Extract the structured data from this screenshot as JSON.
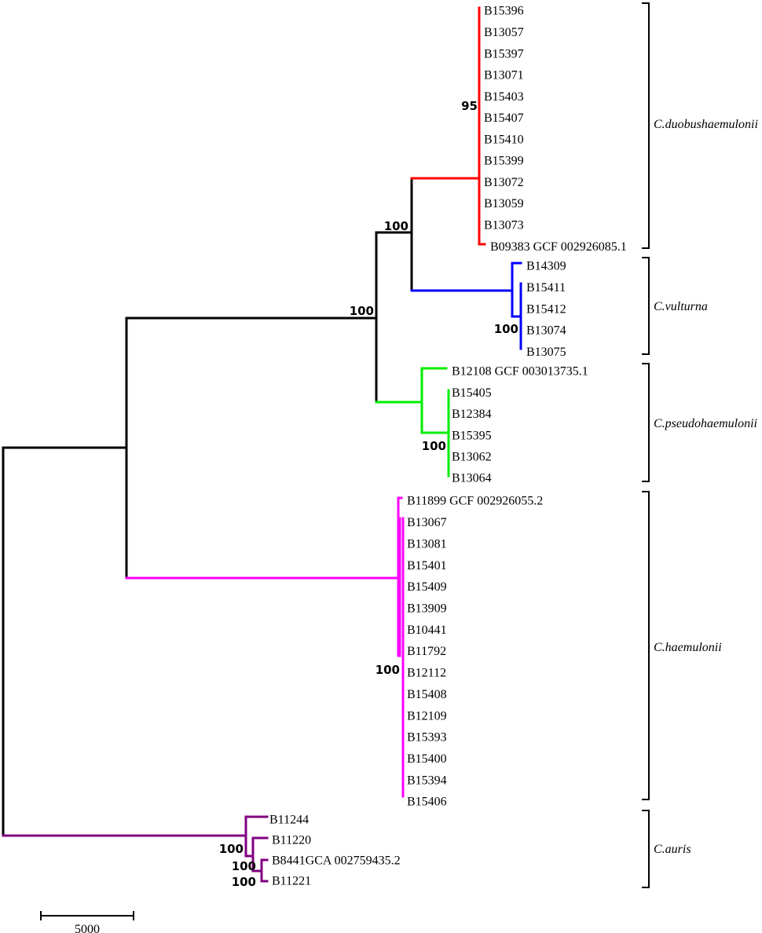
{
  "colors": {
    "root": "#000000",
    "duobushaemulonii": "#ff0000",
    "vulturna": "#0000ff",
    "pseudohaemulonii": "#00ee00",
    "haemulonii": "#ff00ff",
    "auris": "#800080"
  },
  "clades": [
    {
      "name": "C.duobushaemulonii",
      "color_key": "duobushaemulonii",
      "leaves": [
        "B15396",
        "B13057",
        "B15397",
        "B13071",
        "B15403",
        "B15407",
        "B15410",
        "B15399",
        "B13072",
        "B13059",
        "B13073",
        "B09383 GCF 002926085.1"
      ]
    },
    {
      "name": "C.vulturna",
      "color_key": "vulturna",
      "leaves": [
        "B14309",
        "B15411",
        "B15412",
        "B13074",
        "B13075"
      ]
    },
    {
      "name": "C.pseudohaemulonii",
      "color_key": "pseudohaemulonii",
      "leaves": [
        "B12108 GCF 003013735.1",
        "B15405",
        "B12384",
        "B15395",
        "B13062",
        "B13064"
      ]
    },
    {
      "name": "C.haemulonii",
      "color_key": "haemulonii",
      "leaves": [
        "B11899 GCF 002926055.2",
        "B13067",
        "B13081",
        "B15401",
        "B15409",
        "B13909",
        "B10441",
        "B11792",
        "B12112",
        "B15408",
        "B12109",
        "B15393",
        "B15400",
        "B15394",
        "B15406"
      ]
    },
    {
      "name": "C.auris",
      "color_key": "auris",
      "leaves": [
        "B11244",
        "B11220",
        "B8441GCA 002759435.2",
        "B11221"
      ]
    }
  ],
  "bootstrap": {
    "duobushaemulonii": "95",
    "duo_vulturna": "100",
    "upper_clade": "100",
    "vulturna": "100",
    "pseudohaemulonii": "100",
    "haemulonii": "100",
    "auris_a": "100",
    "auris_b": "100",
    "auris_c": "100"
  },
  "scale_bar": {
    "label": "5000",
    "value": 5000
  }
}
